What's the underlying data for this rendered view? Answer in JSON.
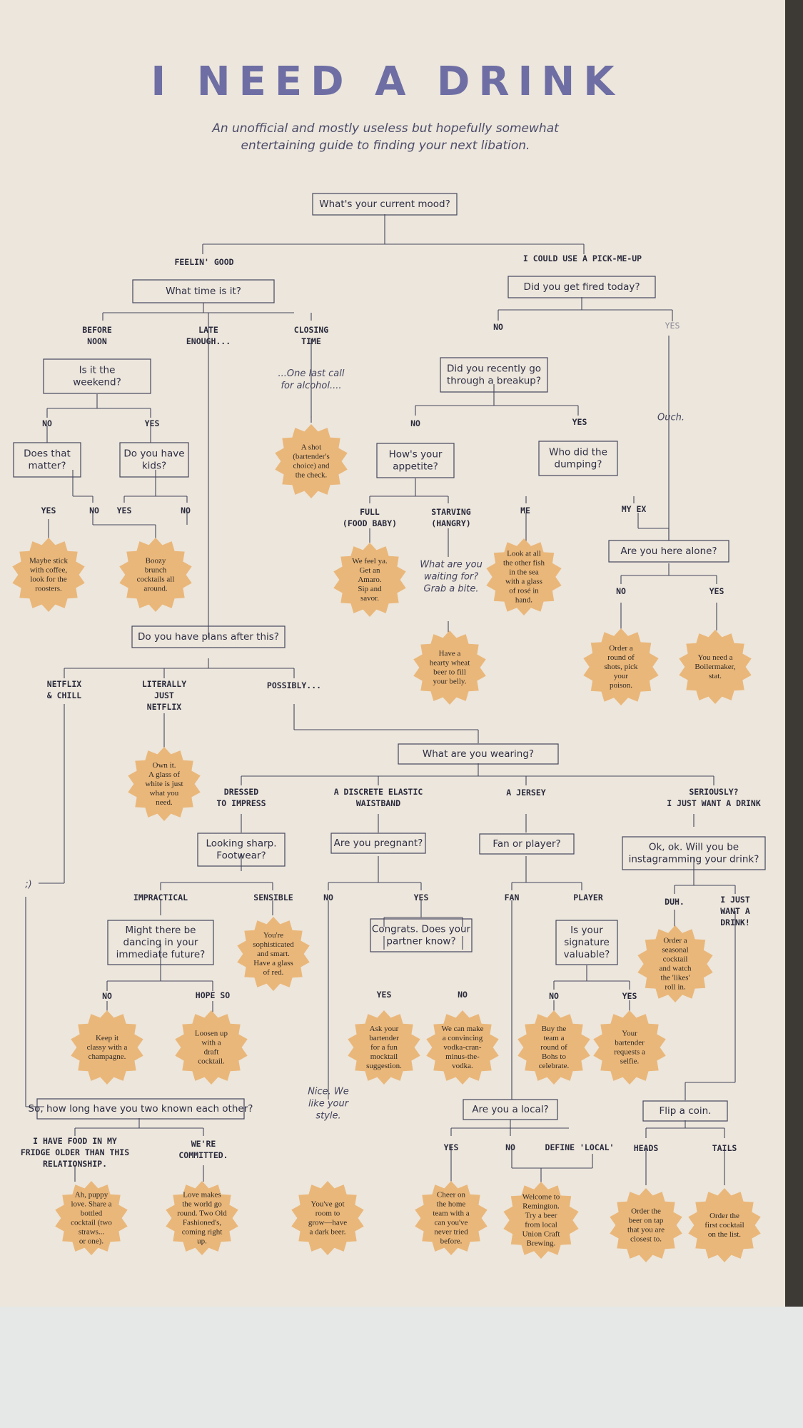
{
  "title": "I NEED A DRINK",
  "subtitle": [
    "An unofficial and mostly useless but hopefully somewhat",
    "entertaining guide to finding your next libation."
  ],
  "questions": {
    "mood": [
      "What's your current mood?"
    ],
    "time": [
      "What time is it?"
    ],
    "fired": [
      "Did you get fired today?"
    ],
    "weekend": [
      "Is it the",
      "weekend?"
    ],
    "breakup": [
      "Did you recently go",
      "through a breakup?"
    ],
    "matter": [
      "Does that",
      "matter?"
    ],
    "kids": [
      "Do you have",
      "kids?"
    ],
    "appetite": [
      "How's your",
      "appetite?"
    ],
    "dumping": [
      "Who did the",
      "dumping?"
    ],
    "alone": [
      "Are you here alone?"
    ],
    "plans": [
      "Do you have plans after this?"
    ],
    "wearing": [
      "What are you wearing?"
    ],
    "sharp": [
      "Looking sharp.",
      "Footwear?"
    ],
    "pregnant": [
      "Are you pregnant?"
    ],
    "fan": [
      "Fan or player?"
    ],
    "insta": [
      "Ok, ok. Will you be",
      "instagramming your drink?"
    ],
    "dancing": [
      "Might there be",
      "dancing in your",
      "immediate future?"
    ],
    "partner": [
      "Congrats. Does your",
      "partner know?"
    ],
    "signature": [
      "Is your",
      "signature",
      "valuable?"
    ],
    "known": [
      "So, how long have you two known each other?"
    ],
    "local": [
      "Are you a local?"
    ],
    "coin": [
      "Flip a coin."
    ]
  },
  "labels": {
    "feelin_good": [
      "FEELIN' GOOD"
    ],
    "pick_me_up": [
      "I COULD USE A PICK-ME-UP"
    ],
    "before_noon": [
      "BEFORE",
      "NOON"
    ],
    "late_enough": [
      "LATE",
      "ENOUGH..."
    ],
    "closing_time": [
      "CLOSING",
      "TIME"
    ],
    "fired_no": [
      "NO"
    ],
    "fired_yes": [
      "YES"
    ],
    "weekend_no": [
      "NO"
    ],
    "weekend_yes": [
      "YES"
    ],
    "breakup_no": [
      "NO"
    ],
    "breakup_yes": [
      "YES"
    ],
    "matter_yes": [
      "YES"
    ],
    "matter_no": [
      "NO"
    ],
    "kids_yes": [
      "YES"
    ],
    "kids_no": [
      "NO"
    ],
    "full": [
      "FULL",
      "(FOOD BABY)"
    ],
    "starving": [
      "STARVING",
      "(HANGRY)"
    ],
    "me": [
      "ME"
    ],
    "my_ex": [
      "MY EX"
    ],
    "alone_no": [
      "NO"
    ],
    "alone_yes": [
      "YES"
    ],
    "netflix_chill": [
      "NETFLIX",
      "& CHILL"
    ],
    "literally_netflix": [
      "LITERALLY",
      "JUST",
      "NETFLIX"
    ],
    "possibly": [
      "POSSIBLY..."
    ],
    "dressed": [
      "DRESSED",
      "TO IMPRESS"
    ],
    "elastic": [
      "A DISCRETE ELASTIC",
      "WAISTBAND"
    ],
    "jersey": [
      "A JERSEY"
    ],
    "seriously": [
      "SERIOUSLY?",
      "I JUST WANT A DRINK"
    ],
    "impractical": [
      "IMPRACTICAL"
    ],
    "sensible": [
      "SENSIBLE"
    ],
    "preg_no": [
      "NO"
    ],
    "preg_yes": [
      "YES"
    ],
    "fan_lbl": [
      "FAN"
    ],
    "player_lbl": [
      "PLAYER"
    ],
    "duh": [
      "DUH."
    ],
    "just_want": [
      "I JUST",
      "WANT A",
      "DRINK!"
    ],
    "dance_no": [
      "NO"
    ],
    "hope_so": [
      "HOPE SO"
    ],
    "partner_yes": [
      "YES"
    ],
    "partner_no": [
      "NO"
    ],
    "sig_no": [
      "NO"
    ],
    "sig_yes": [
      "YES"
    ],
    "food_fridge": [
      "I HAVE FOOD IN MY",
      "FRIDGE OLDER THAN THIS",
      "RELATIONSHIP."
    ],
    "committed": [
      "WE'RE",
      "COMMITTED."
    ],
    "local_yes": [
      "YES"
    ],
    "local_no": [
      "NO"
    ],
    "define_local": [
      "DEFINE 'LOCAL'"
    ],
    "heads": [
      "HEADS"
    ],
    "tails": [
      "TAILS"
    ]
  },
  "notes": {
    "last_call": [
      "...One last call",
      "for alcohol...."
    ],
    "ouch": [
      "Ouch."
    ],
    "waiting": [
      "What are you",
      "waiting for?",
      "Grab a bite."
    ],
    "wink": [
      ";)"
    ],
    "nice": [
      "Nice. We",
      "like your",
      "style."
    ]
  },
  "answers": {
    "shot": [
      "A shot",
      "(bartender's",
      "choice) and",
      "the check."
    ],
    "coffee": [
      "Maybe stick",
      "with coffee,",
      "look for the",
      "roosters."
    ],
    "brunch": [
      "Boozy",
      "brunch",
      "cocktails all",
      "around."
    ],
    "amaro": [
      "We feel ya.",
      "Get an",
      "Amaro.",
      "Sip and",
      "savor."
    ],
    "wheat": [
      "Have a",
      "hearty wheat",
      "beer to fill",
      "your belly."
    ],
    "fish": [
      "Look at all",
      "the other fish",
      "in the sea",
      "with a glass",
      "of rosé in",
      "hand."
    ],
    "shots_round": [
      "Order a",
      "round of",
      "shots, pick",
      "your",
      "poison."
    ],
    "boilermaker": [
      "You need a",
      "Boilermaker,",
      "stat."
    ],
    "white": [
      "Own it.",
      "A glass of",
      "white is just",
      "what you",
      "need."
    ],
    "red": [
      "You're",
      "sophisticated",
      "and smart.",
      "Have a glass",
      "of red."
    ],
    "seasonal": [
      "Order a",
      "seasonal",
      "cocktail",
      "and watch",
      "the 'likes'",
      "roll in."
    ],
    "champagne": [
      "Keep it",
      "classy with a",
      "champagne."
    ],
    "draft": [
      "Loosen up",
      "with a",
      "draft",
      "cocktail."
    ],
    "mocktail": [
      "Ask your",
      "bartender",
      "for a fun",
      "mocktail",
      "suggestion."
    ],
    "vodka": [
      "We can make",
      "a convincing",
      "vodka-cran-",
      "minus-the-",
      "vodka."
    ],
    "bohs": [
      "Buy the",
      "team a",
      "round of",
      "Bohs to",
      "celebrate."
    ],
    "selfie": [
      "Your",
      "bartender",
      "requests a",
      "selfie."
    ],
    "puppy": [
      "Ah, puppy",
      "love. Share a",
      "bottled",
      "cocktail (two",
      "straws...",
      "or one)."
    ],
    "old_fashioned": [
      "Love makes",
      "the world go",
      "round. Two Old",
      "Fashioned's,",
      "coming right",
      "up."
    ],
    "dark_beer": [
      "You've got",
      "room to",
      "grow—have",
      "a dark beer."
    ],
    "home_team": [
      "Cheer on",
      "the home",
      "team with a",
      "can you've",
      "never tried",
      "before."
    ],
    "remington": [
      "Welcome to",
      "Remington.",
      "Try a beer",
      "from local",
      "Union Craft",
      "Brewing."
    ],
    "tap": [
      "Order the",
      "beer on tap",
      "that you are",
      "closest to."
    ],
    "first_cocktail": [
      "Order the",
      "first cocktail",
      "on the list."
    ]
  },
  "colors": {
    "poster": "#ece6dc",
    "title": "#6e6ea4",
    "ink": "#46465e",
    "starburst": "#eab77a",
    "wall": "#3d3935",
    "shelf": "#e6e8e7"
  }
}
